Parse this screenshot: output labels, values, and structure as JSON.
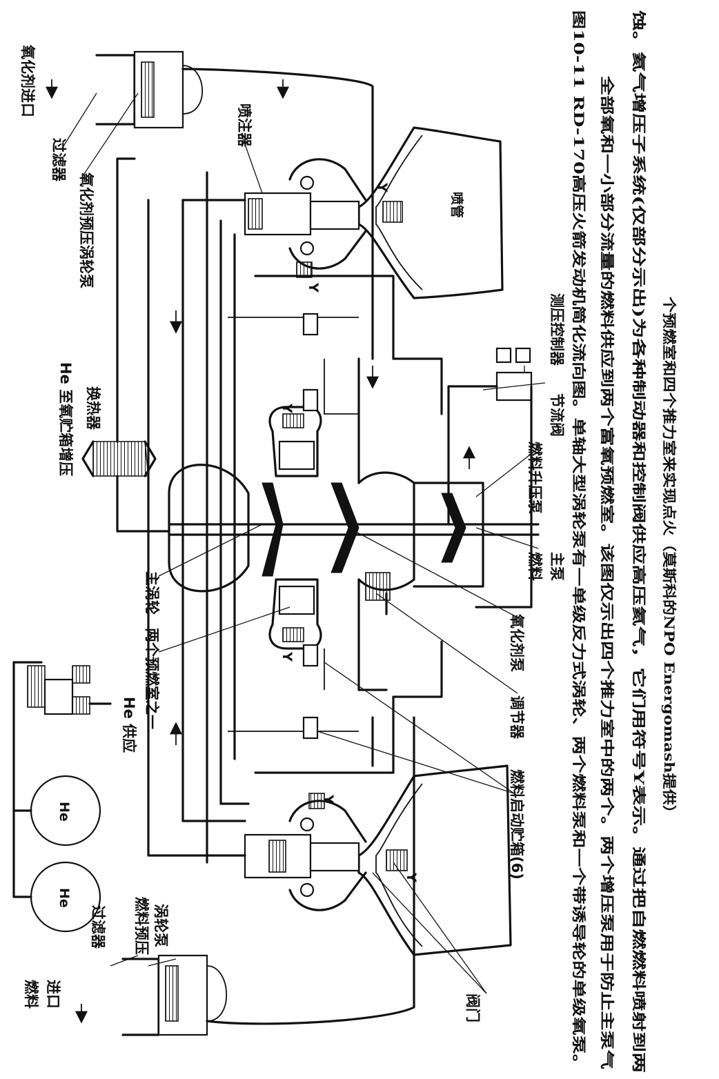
{
  "diagram": {
    "labels": {
      "oxidizer_inlet": "氧化剂进口",
      "oxidizer_filter": "过滤器",
      "oxidizer_booster_pump": "氧化剂预压涡轮泵",
      "injector": "喷注器",
      "nozzle": "喷管",
      "he_boost": "He 至氧贮箱增压",
      "heat_exchanger": "换热器",
      "pressure_controller": "测压控制器",
      "throttle_valve": "节流阀",
      "fuel_kick_pump": "燃料升压泵",
      "fuel_main_pump_1": "燃料",
      "fuel_main_pump_2": "主泵",
      "main_turbine": "主涡轮",
      "preburners": "两个预燃室之一",
      "oxidizer_pump": "氧化剂泵",
      "regulator": "调节器",
      "he_supply": "He 供应",
      "start_tank": "燃料启动贮箱(6)",
      "he_tank_1": "He",
      "he_tank_2": "He",
      "fuel_booster_pump_1": "燃料预压",
      "fuel_booster_pump_2": "涡轮泵",
      "fuel_filter": "过滤器",
      "fuel_inlet_1": "燃料",
      "fuel_inlet_2": "进口",
      "valves": "阀门",
      "y1": "Y",
      "y2": "Y",
      "y3": "Y",
      "y4": "Y",
      "y5": "Y",
      "y6": "Y"
    },
    "caption": {
      "line1": "图10-11   RD-170高压火箭发动机简化流向图。单轴大型涡轮泵有一单级反力式涡轮、两个燃料泵和一个带诱导轮的单级氧泵。",
      "line2": "全部氧和一小部分流量的燃料供应到两个富氧预燃室。该图仅示出四个推力室中的两个。两个增压泵用于防止主泵气",
      "line3": "蚀。氦气增压子系统(仅部分示出)为各种制动器和控制阀供应高压氦气，它们用符号Y表示。通过把自燃燃料喷射到两",
      "line4": "个预燃室和四个推力室来实现点火（莫斯科的NPO Energomash提供）"
    }
  }
}
